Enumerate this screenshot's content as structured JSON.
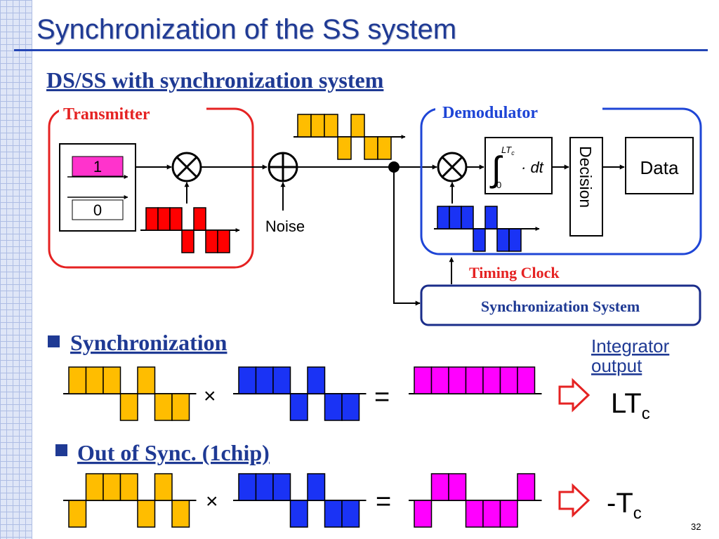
{
  "title": "Synchronization of the SS system",
  "subtitle": "DS/SS with synchronization system",
  "colors": {
    "accent": "#1f3a94",
    "transmitter": "#e52222",
    "demodulator": "#1e45d6",
    "sequence_orange": "#ffbd00",
    "sequence_red": "#ff0000",
    "sequence_blue": "#1a33f5",
    "sequence_magenta": "#ff00ff",
    "data_bit": "#ff33cc"
  },
  "transmitter": {
    "label": "Transmitter",
    "bit_one": "1",
    "bit_zero": "0"
  },
  "noise_label": "Noise",
  "demodulator": {
    "label": "Demodulator",
    "integral_upper": "LT",
    "integral_upper_sub": "c",
    "integral_lower": "0",
    "integrand": "· dt",
    "decision_label": "Decision",
    "data_label": "Data"
  },
  "timing_clock_label": "Timing Clock",
  "sync_system_label": "Synchronization System",
  "sync_section": {
    "label": "Synchronization",
    "integrator_label_line1": "Integrator",
    "integrator_label_line2": "output",
    "result_main": "LT",
    "result_sub": "c",
    "times_symbol": "×",
    "equals_symbol": "="
  },
  "out_of_sync_section": {
    "label": "Out of Sync. (1chip)",
    "result_main": "-T",
    "result_sub": "c",
    "times_symbol": "×",
    "equals_symbol": "="
  },
  "sequences": {
    "pn": [
      1,
      1,
      1,
      -1,
      1,
      -1,
      -1
    ],
    "pn_shifted": [
      -1,
      1,
      1,
      1,
      -1,
      1,
      -1
    ],
    "product_sync": [
      1,
      1,
      1,
      1,
      1,
      1,
      1
    ],
    "product_out_of_sync": [
      -1,
      1,
      1,
      -1,
      -1,
      -1,
      1
    ]
  },
  "page_number": "32"
}
